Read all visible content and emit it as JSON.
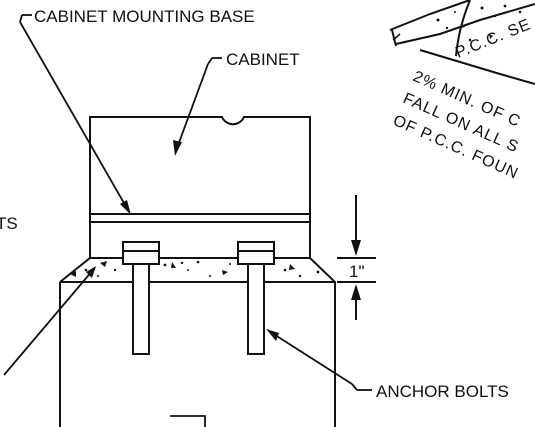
{
  "callouts": {
    "cabinet_mounting_base": "CABINET MOUNTING BASE",
    "cabinet": "CABINET",
    "anchor_bolts": "ANCHOR BOLTS",
    "left_partial": "TS",
    "dimension": "1\""
  },
  "inset": {
    "slab_label": "P.C.C. SE",
    "note_line_1": "2% MIN. OF C",
    "note_line_2": "FALL ON ALL S",
    "note_line_3": "OF P.C.C. FOUN"
  },
  "colors": {
    "ink": "#111111",
    "paper": "#ffffff"
  }
}
